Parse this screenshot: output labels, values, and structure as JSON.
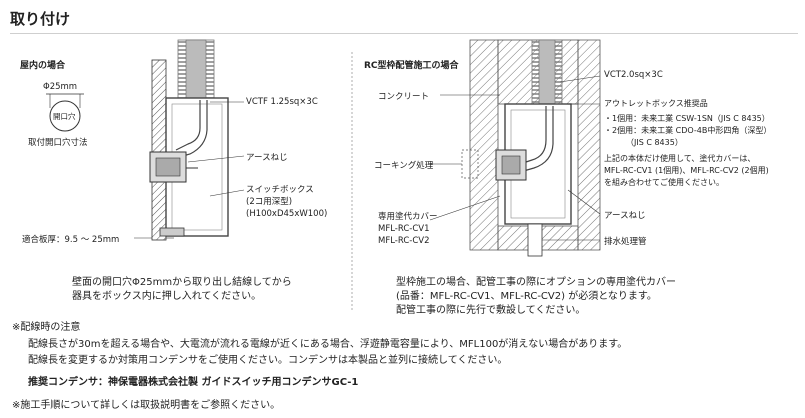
{
  "title": "取り付け",
  "indoor": {
    "heading": "屋内の場合",
    "diameter": "Φ25mm",
    "hole_label": "開口穴",
    "hole_caption": "取付開口穴寸法",
    "cable": "VCTF 1.25sq×3C",
    "earth_screw": "アースねじ",
    "box_lines": [
      "スイッチボックス",
      "(2コ用深型)",
      "(H100xD45xW100)"
    ],
    "thickness": "適合板厚：9.5 ～ 25mm",
    "caption": [
      "壁面の開口穴Φ25mmから取り出し結線してから",
      "器具をボックス内に押し入れてください。"
    ]
  },
  "rc": {
    "heading": "RC型枠配管施工の場合",
    "concrete": "コンクリート",
    "caulking": "コーキング処理",
    "cover_lines": [
      "専用塗代カバー",
      "MFL-RC-CV1",
      "MFL-RC-CV2"
    ],
    "cable": "VCT2.0sq×3C",
    "box_title": "アウトレットボックス推奨品",
    "box_items": [
      "・1個用：未来工業 CSW-1SN（JIS C 8435）",
      "・2個用：未来工業 CDO-4B中形四角（深型）",
      "（JIS C 8435）"
    ],
    "box_note": [
      "上記の本体だけ使用して、塗代カバーは、",
      "MFL-RC-CV1 (1個用)、MFL-RC-CV2 (2個用)",
      "を組み合わせてご使用ください。"
    ],
    "earth_screw": "アースねじ",
    "drain": "排水処理管",
    "caption": [
      "型枠施工の場合、配管工事の際にオプションの専用塗代カバー",
      "(品番：MFL-RC-CV1、MFL-RC-CV2) が必須となります。",
      "配管工事の際に先行で敷設してください。"
    ]
  },
  "notes": {
    "heading": "※配線時の注意",
    "line1": "配線長さが30mを超える場合や、大電流が流れる電線が近くにある場合、浮遊静電容量により、MFL100が消えない場合があります。",
    "line2": "配線長を変更するか対策用コンデンサをご使用ください。コンデンサは本製品と並列に接続してください。",
    "recommend": "推奨コンデンサ：神保電器株式会社製 ガイドスイッチ用コンデンサGC-1",
    "footer": "※施工手順について詳しくは取扱説明書をご参照ください。"
  }
}
